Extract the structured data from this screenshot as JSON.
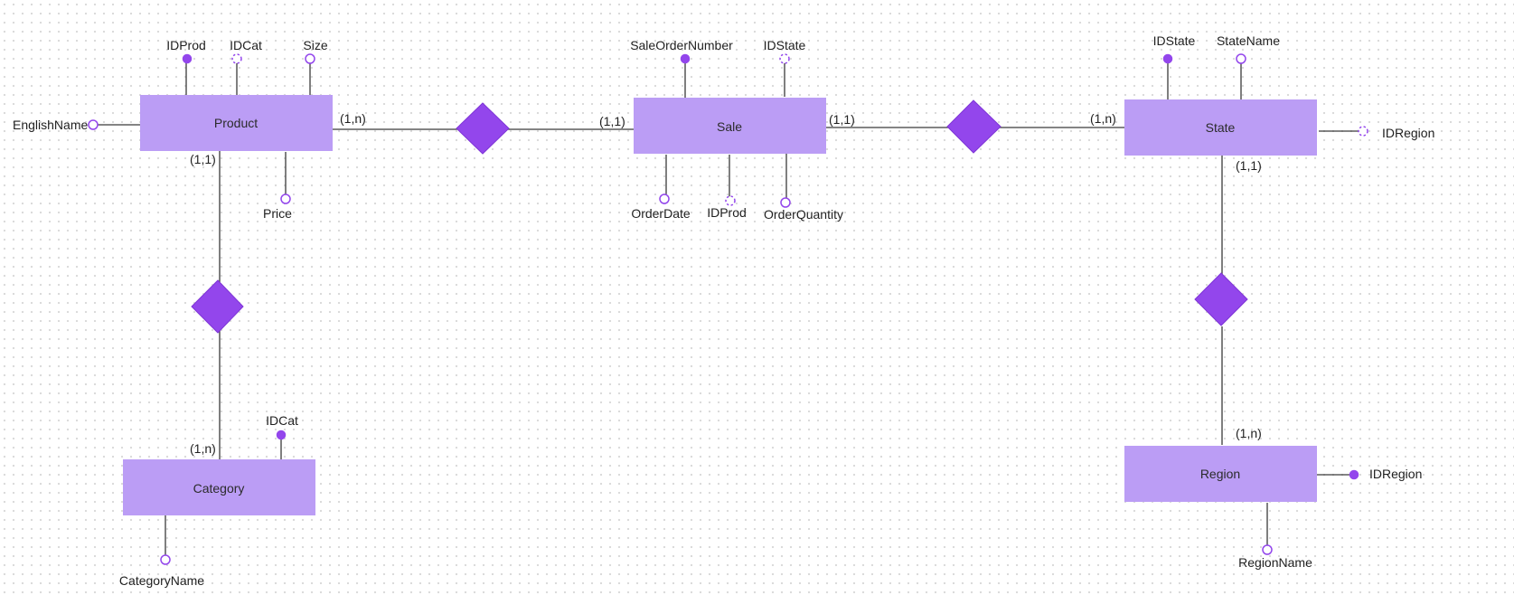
{
  "diagram": {
    "entities": {
      "product": {
        "name": "Product"
      },
      "sale": {
        "name": "Sale"
      },
      "state": {
        "name": "State"
      },
      "category": {
        "name": "Category"
      },
      "region": {
        "name": "Region"
      }
    },
    "attributes": {
      "product_idprod": {
        "label": "IDProd",
        "kind": "key"
      },
      "product_idcat": {
        "label": "IDCat",
        "kind": "foreign-key"
      },
      "product_size": {
        "label": "Size",
        "kind": "attribute"
      },
      "product_englishname": {
        "label": "EnglishName",
        "kind": "attribute"
      },
      "product_price": {
        "label": "Price",
        "kind": "attribute"
      },
      "sale_saleordernumber": {
        "label": "SaleOrderNumber",
        "kind": "key"
      },
      "sale_idstate": {
        "label": "IDState",
        "kind": "foreign-key"
      },
      "sale_orderdate": {
        "label": "OrderDate",
        "kind": "attribute"
      },
      "sale_idprod": {
        "label": "IDProd",
        "kind": "foreign-key"
      },
      "sale_orderquantity": {
        "label": "OrderQuantity",
        "kind": "attribute"
      },
      "state_idstate": {
        "label": "IDState",
        "kind": "key"
      },
      "state_statename": {
        "label": "StateName",
        "kind": "attribute"
      },
      "state_idregion": {
        "label": "IDRegion",
        "kind": "foreign-key"
      },
      "category_idcat": {
        "label": "IDCat",
        "kind": "key"
      },
      "category_categoryname": {
        "label": "CategoryName",
        "kind": "attribute"
      },
      "region_idregion": {
        "label": "IDRegion",
        "kind": "key"
      },
      "region_regionname": {
        "label": "RegionName",
        "kind": "attribute"
      }
    },
    "cardinalities": {
      "product_sale_product": "(1,n)",
      "product_sale_sale": "(1,1)",
      "sale_state_sale": "(1,1)",
      "sale_state_state": "(1,n)",
      "product_category_product": "(1,1)",
      "product_category_category": "(1,n)",
      "state_region_state": "(1,1)",
      "state_region_region": "(1,n)"
    },
    "colors": {
      "entity_fill": "#bb9df5",
      "relationship_fill": "#9346ec",
      "attribute_marker": "#9346ec",
      "line": "#3a3a3a"
    }
  }
}
